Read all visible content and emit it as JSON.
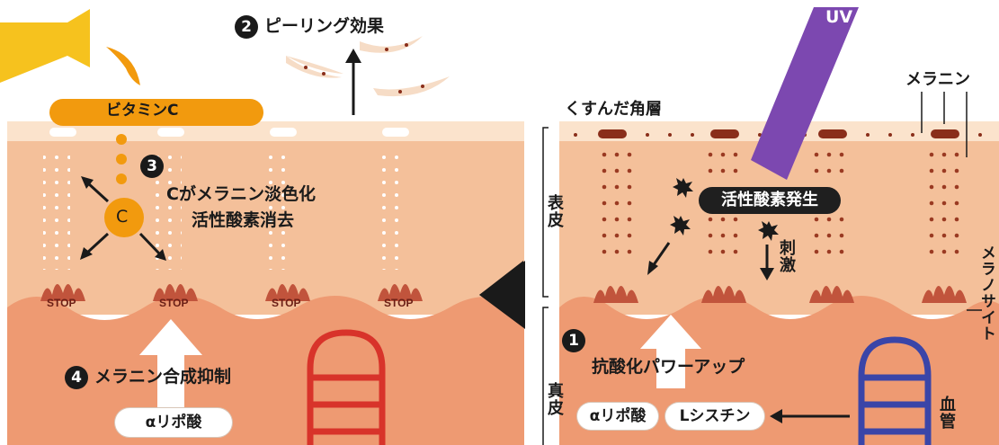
{
  "left": {
    "vitamin_c_label": "ビタミンC",
    "peeling_num": "2",
    "peeling_label": "ピーリング効果",
    "step3_num": "3",
    "c_label": "C",
    "c_effect_line1": "Cがメラニン淡色化",
    "c_effect_line2": "活性酸素消去",
    "stop_labels": [
      "STOP",
      "STOP",
      "STOP",
      "STOP"
    ],
    "step4_num": "4",
    "step4_label": "メラニン合成抑制",
    "alpha_lipoic": "αリポ酸"
  },
  "right": {
    "uv_label": "UV",
    "dull_layer": "くすんだ角層",
    "melanin": "メラニン",
    "active_oxygen": "活性酸素発生",
    "epidermis": "表皮",
    "stimulus": "刺激",
    "melanocyte": "メラノサイト",
    "step1_num": "1",
    "antioxidant": "抗酸化パワーアップ",
    "dermis": "真皮",
    "alpha_lipoic": "αリポ酸",
    "l_cystine": "Lシスチン",
    "blood_vessel": "血管"
  },
  "colors": {
    "vitamin_c": "#f29a0e",
    "skin_upper": "#f4c09a",
    "skin_lower": "#ee9a72",
    "melanin": "#8a2e1a",
    "uv": "#7c48b0",
    "vessel_red": "#d8332a",
    "vessel_blue": "#3a45a8"
  }
}
